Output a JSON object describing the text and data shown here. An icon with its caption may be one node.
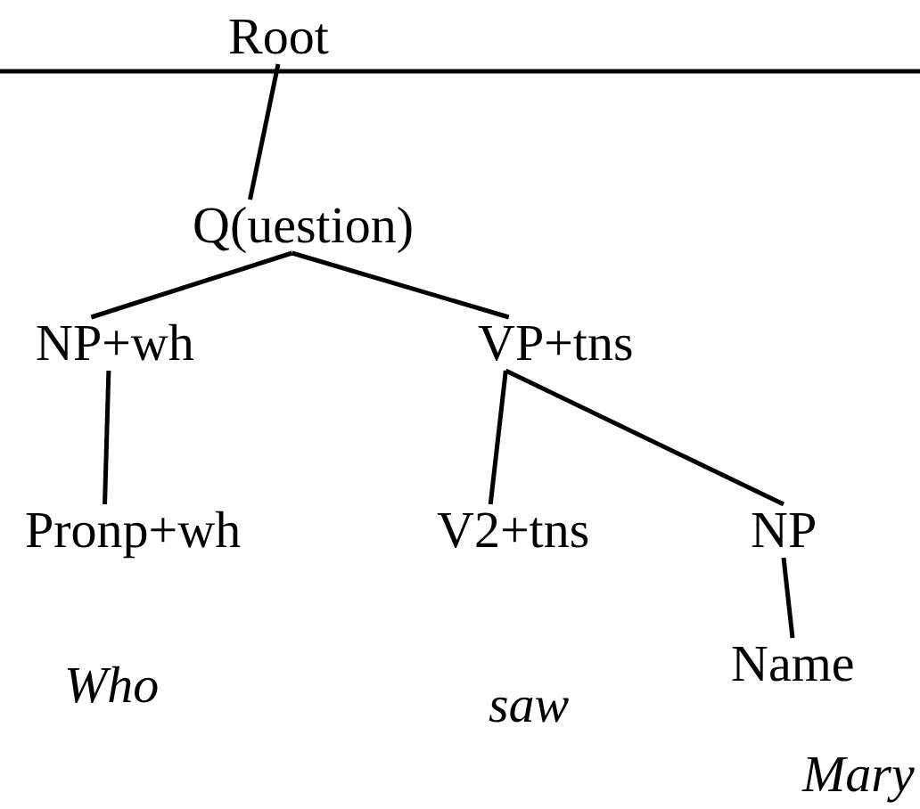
{
  "diagram": {
    "nodes": [
      {
        "text": [
          "Root"
        ]
      },
      {
        "text": [
          "Q(uestion)"
        ]
      },
      {
        "text": [
          "NP+wh"
        ]
      },
      {
        "text": [
          "VP+tns"
        ]
      },
      {
        "text": [
          "Pronp+wh"
        ]
      },
      {
        "text": [
          "V2+tns"
        ]
      },
      {
        "text": [
          "NP"
        ]
      },
      {
        "text": [
          "Name"
        ]
      }
    ],
    "edges": [
      {
        "from": 0,
        "to": 1,
        "arrow": "none"
      },
      {
        "from": 1,
        "to": 2,
        "arrow": "none"
      },
      {
        "from": 1,
        "to": 3,
        "arrow": "none"
      },
      {
        "from": 2,
        "to": 4,
        "arrow": "none"
      },
      {
        "from": 3,
        "to": 5,
        "arrow": "none"
      },
      {
        "from": 3,
        "to": 6,
        "arrow": "none"
      },
      {
        "from": 6,
        "to": 7,
        "arrow": "none"
      }
    ],
    "labels": [
      "Who",
      "saw",
      "Mary"
    ]
  }
}
